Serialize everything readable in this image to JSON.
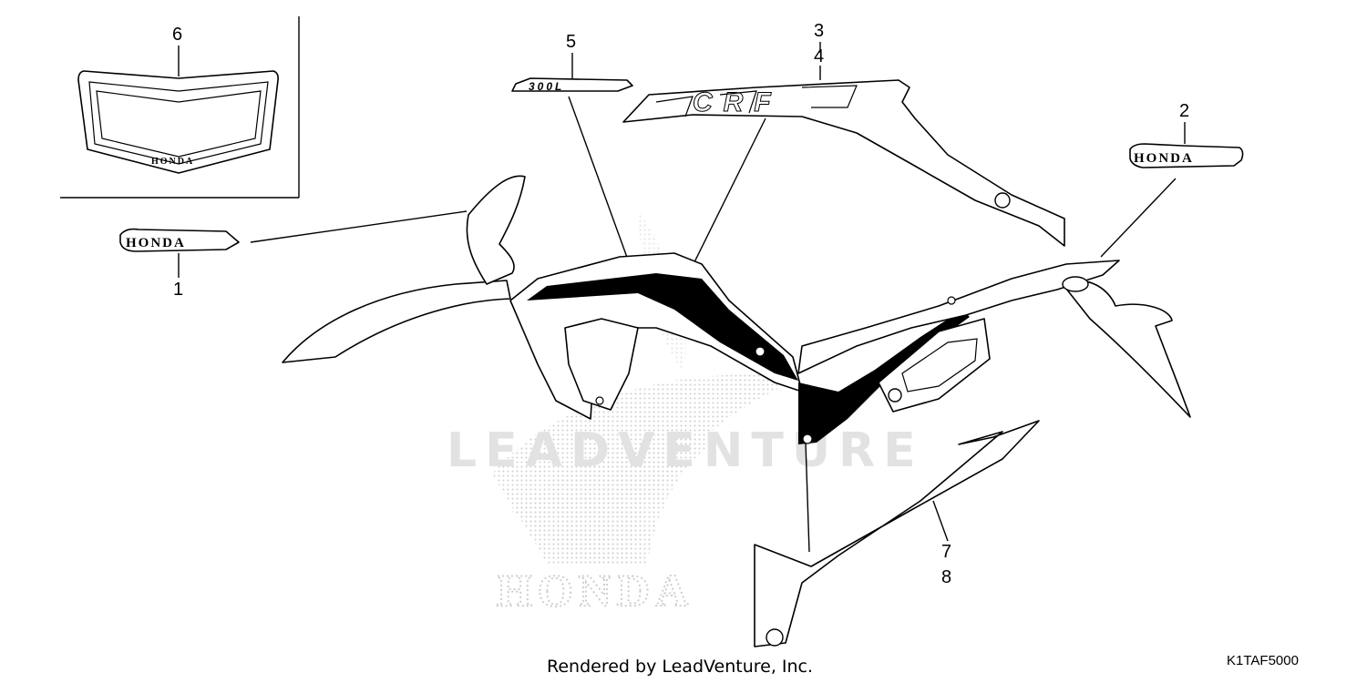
{
  "callouts": {
    "c1": "1",
    "c2": "2",
    "c3": "3",
    "c4": "4",
    "c5": "5",
    "c6": "6",
    "c7": "7",
    "c8": "8"
  },
  "decals": {
    "honda_small": "HONDA",
    "honda_emblem_1": "HONDA",
    "honda_emblem_2": "HONDA",
    "model_badge": "300L",
    "crf_stripe": "CRF"
  },
  "watermark": {
    "text": "LEADVENTURE",
    "brand": "HONDA"
  },
  "footer": {
    "rendered_by": "Rendered by LeadVenture, Inc.",
    "diagram_code": "K1TAF5000"
  },
  "colors": {
    "line": "#000000",
    "watermark": "#e2e2e2",
    "dots": "#cfcfcf"
  }
}
